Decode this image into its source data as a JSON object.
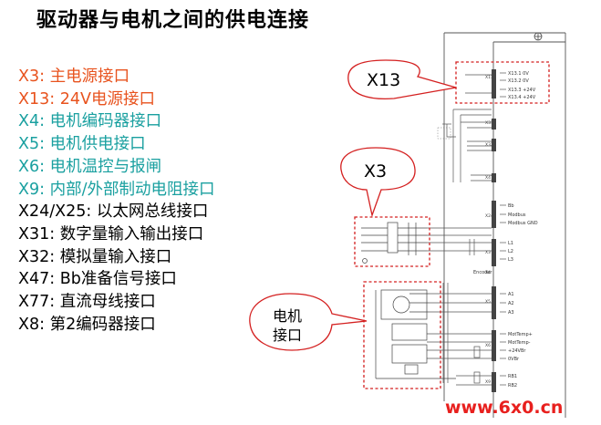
{
  "title": "驱动器与电机之间的供电连接",
  "colors": {
    "red": "#e8531e",
    "teal": "#1aa0a0",
    "black": "#000000",
    "dashed": "#d42020"
  },
  "legend": [
    {
      "label": "X3: 主电源接口",
      "color": "red"
    },
    {
      "label": "X13: 24V电源接口",
      "color": "red"
    },
    {
      "label": "X4: 电机编码器接口",
      "color": "teal"
    },
    {
      "label": "X5: 电机供电接口",
      "color": "teal"
    },
    {
      "label": "X6: 电机温控与报闸",
      "color": "teal"
    },
    {
      "label": "X9: 内部/外部制动电阻接口",
      "color": "teal"
    },
    {
      "label": "X24/X25: 以太网总线接口",
      "color": "black"
    },
    {
      "label": "X31: 数字量输入输出接口",
      "color": "black"
    },
    {
      "label": "X32: 模拟量输入接口",
      "color": "black"
    },
    {
      "label": "X47: Bb准备信号接口",
      "color": "black"
    },
    {
      "label": "X77: 直流母线接口",
      "color": "black"
    },
    {
      "label": "X8: 第2编码器接口",
      "color": "black"
    }
  ],
  "callouts": {
    "x13": "X13",
    "x3": "X3",
    "motor_line1": "电机",
    "motor_line2": "接口"
  },
  "terminals": {
    "x13": [
      "X13.1 0V",
      "X13.2 0V",
      "X13.3 +24V",
      "X13.4 +24V"
    ],
    "comm": [
      "Bb",
      "Modbus",
      "Modbus GND"
    ],
    "mains": [
      "L1",
      "L2",
      "L3"
    ],
    "encoder": "Encoder",
    "motor": [
      "A1",
      "A2",
      "A3"
    ],
    "temp": [
      "MotTemp+",
      "MotTemp-",
      "+24VBr",
      "0VBr"
    ],
    "bottom": [
      "RB1",
      "RB2"
    ]
  },
  "watermark": "www.6x0.cn"
}
